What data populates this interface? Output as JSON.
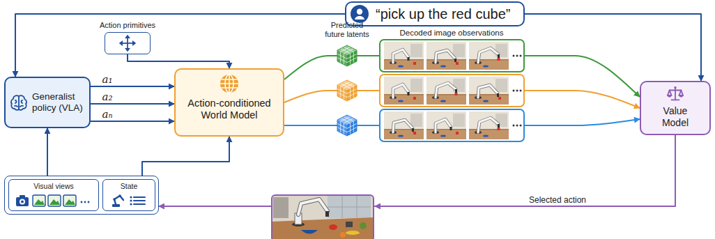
{
  "diagram": {
    "nodes": [
      {
        "text": [
          "“pick up the red cube”"
        ]
      },
      {
        "text": [
          "Action primitives"
        ]
      },
      {
        "text": [
          "Generalist policy (VLA)"
        ]
      },
      {
        "text": [
          "Action-conditioned World Model"
        ]
      },
      {
        "text": [
          "Value Model"
        ]
      },
      {
        "text": []
      },
      {
        "text": [
          "Visual views"
        ],
        "in": 5
      },
      {
        "text": [
          "State"
        ],
        "in": 5
      }
    ],
    "edges": [
      {
        "from": 0,
        "to": 2,
        "arrow": "to"
      },
      {
        "from": 0,
        "to": 4,
        "arrow": "to"
      },
      {
        "from": 1,
        "to": 3,
        "arrow": "to"
      },
      {
        "from": 2,
        "to": 3,
        "label": "a₁",
        "arrow": "to"
      },
      {
        "from": 2,
        "to": 3,
        "label": "a₂",
        "arrow": "to"
      },
      {
        "from": 2,
        "to": 3,
        "label": "aₙ",
        "arrow": "to"
      },
      {
        "from": 3,
        "to": 4,
        "arrow": "to"
      },
      {
        "from": 3,
        "to": 4,
        "arrow": "to"
      },
      {
        "from": 3,
        "to": 4,
        "arrow": "to"
      },
      {
        "from": 4,
        "to": 5,
        "label": "Selected action",
        "arrow": "to"
      },
      {
        "from": 5,
        "to": 2,
        "arrow": "to"
      },
      {
        "from": 5,
        "to": 3,
        "arrow": "to"
      }
    ],
    "labels": [
      "Predicted future latents",
      "Decoded image observations"
    ]
  }
}
